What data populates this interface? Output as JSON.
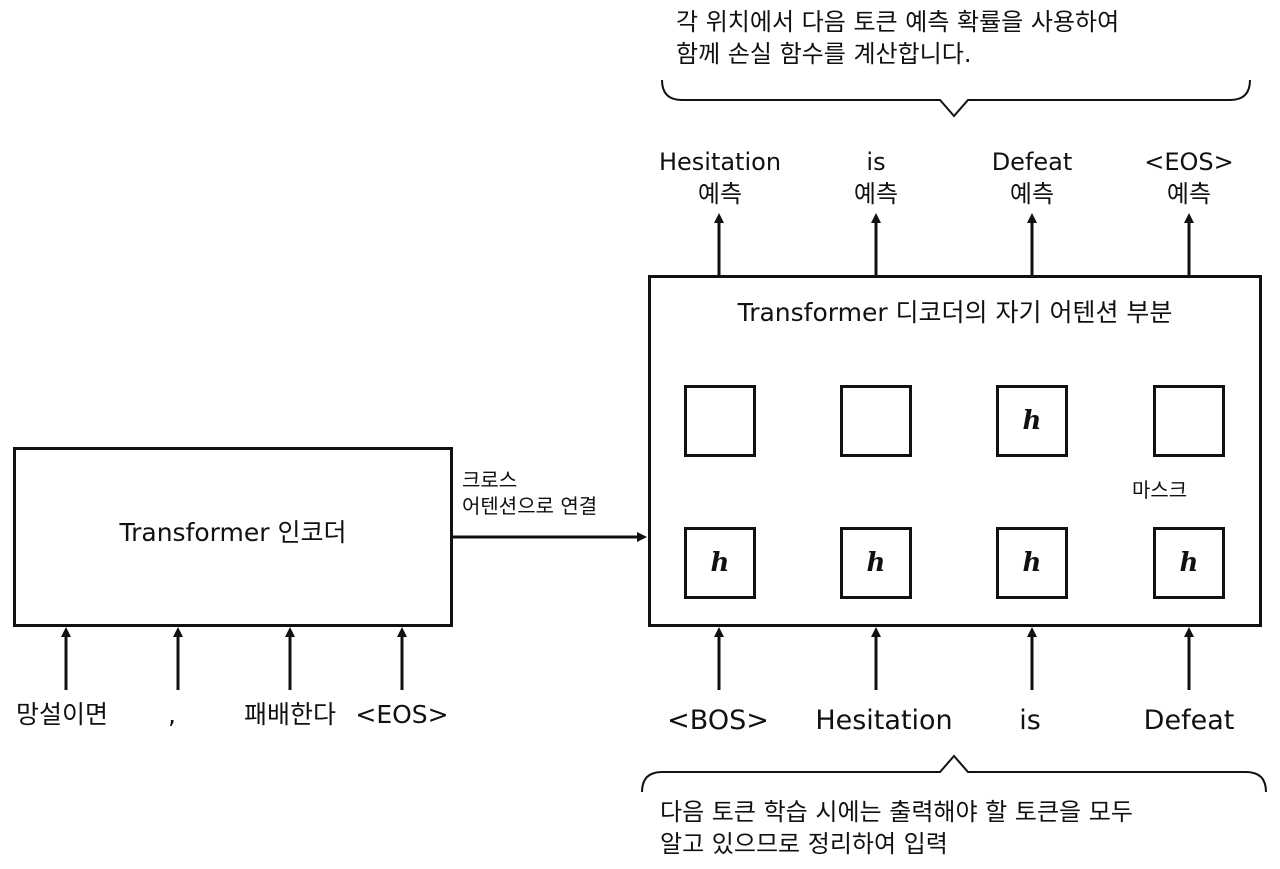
{
  "encoder": {
    "label": "Transformer 인코더",
    "inputs": [
      "망설이면",
      ",",
      "패배한다",
      "<EOS>"
    ]
  },
  "cross_attention": {
    "line1": "크로스",
    "line2": "어텐션으로 연결"
  },
  "decoder": {
    "label": "Transformer 디코더의 자기 어텐션 부분",
    "hidden_symbol": "h",
    "mask_label": "마스크",
    "inputs": [
      "<BOS>",
      "Hesitation",
      "is",
      "Defeat"
    ],
    "outputs": [
      {
        "word": "Hesitation",
        "suffix": "예측"
      },
      {
        "word": "is",
        "suffix": "예측"
      },
      {
        "word": "Defeat",
        "suffix": "예측"
      },
      {
        "word": "<EOS>",
        "suffix": "예측"
      }
    ]
  },
  "top_note": {
    "line1": "각 위치에서 다음 토큰 예측 확률을 사용하여",
    "line2": "함께 손실 함수를 계산합니다."
  },
  "bottom_note": {
    "line1": "다음 토큰 학습 시에는 출력해야 할 토큰을 모두",
    "line2": "알고 있으므로 정리하여 입력"
  }
}
